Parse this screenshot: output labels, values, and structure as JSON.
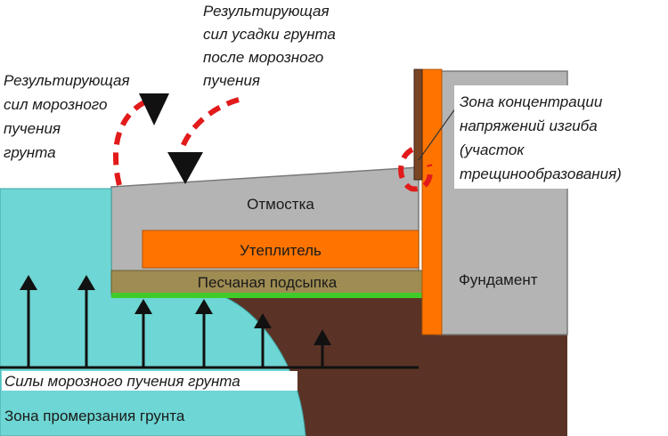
{
  "labels": {
    "frost_heave_resultant": [
      "Результирующая",
      "сил морозного",
      "пучения",
      "грунта"
    ],
    "shrinkage_resultant": [
      "Результирующая",
      "сил усадки грунта",
      "после морозного",
      "пучения"
    ],
    "stress_zone": [
      "Зона концентрации",
      "напряжений изгиба",
      "(участок",
      "трещинообразования)"
    ],
    "blind_area": "Отмостка",
    "insulation": "Утеплитель",
    "sand_bedding": "Песчаная подсыпка",
    "foundation": "Фундамент",
    "heave_forces": "Силы морозного пучения грунта",
    "freezing_zone": "Зона промерзания грунта"
  },
  "colors": {
    "freezing_zone": "#6ed6d4",
    "soil": "#5a3326",
    "foundation": "#b4b4b4",
    "blind_area": "#b4b4b4",
    "insulation": "#ff7400",
    "waterproofing": "#ff7400",
    "sand_bedding": "#9e8c52",
    "drainage_line": "#3fcc2a",
    "highlight_dashes": "#e21a1a",
    "arrows": "#111111"
  }
}
